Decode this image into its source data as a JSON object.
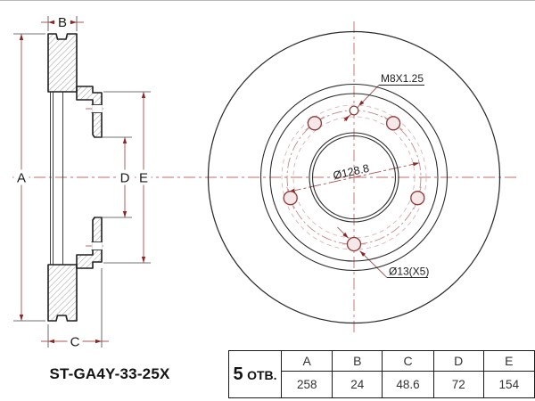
{
  "part_number": "ST-GA4Y-33-25X",
  "side_view": {
    "dim_labels": [
      "A",
      "B",
      "C",
      "D",
      "E"
    ]
  },
  "front_view": {
    "thread_label": "M8X1.25",
    "pcd_label": "Ø128.8",
    "holes_label": "Ø13(X5)"
  },
  "table": {
    "holes_count": "5",
    "holes_word": "ОТВ.",
    "columns": [
      "A",
      "B",
      "C",
      "D",
      "E"
    ],
    "values": [
      "258",
      "24",
      "48.6",
      "72",
      "154"
    ]
  },
  "colors": {
    "dimension": "#a85858",
    "arrow": "#8a2727",
    "centerline": "#c46a6a",
    "outline": "#1f1f1f",
    "hatch": "#9a9a9a"
  }
}
